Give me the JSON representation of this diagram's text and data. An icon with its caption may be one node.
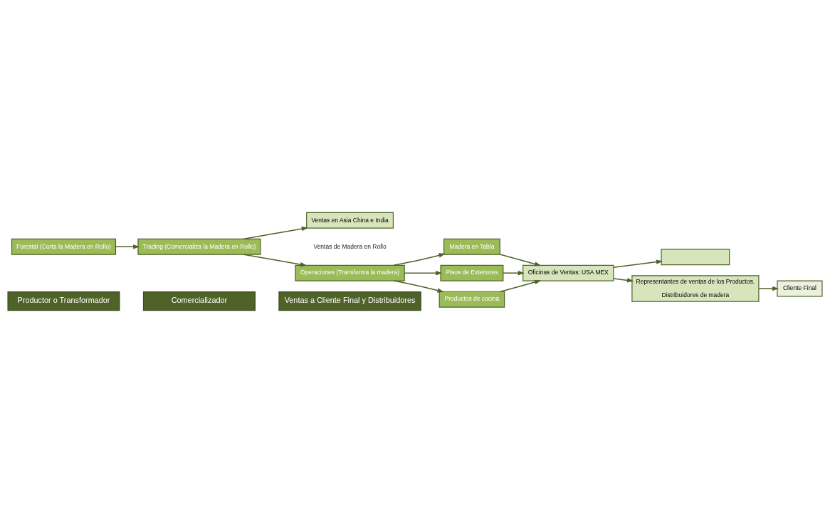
{
  "diagram": {
    "nodes": [
      {
        "text": [
          "Productor o Transformador"
        ]
      },
      {
        "text": [
          "Comercializador"
        ]
      },
      {
        "text": [
          "Ventas a Cliente Final y Distribuidores"
        ]
      },
      {
        "text": [
          "Forestal (Corta la Madera en Rollo)"
        ]
      },
      {
        "text": [
          "Trading (Comercializa la Madera en Rollo)"
        ]
      },
      {
        "text": [
          "Ventas en Asia China e India"
        ]
      },
      {
        "text": [
          "Operaciones (Transforma la madera)"
        ]
      },
      {
        "text": [
          "Madera en Tabla"
        ]
      },
      {
        "text": [
          "Pisos de Exteriores"
        ]
      },
      {
        "text": [
          "Productos de cocina"
        ]
      },
      {
        "text": [
          "Oficinas de Ventas: USA MEX"
        ]
      },
      {
        "text": [],
        "shape": "box"
      },
      {
        "text": [
          "Representantes de ventas de los Productos.",
          "Distribuidores de madera"
        ]
      },
      {
        "text": [
          "Cliente Final"
        ]
      }
    ],
    "edges": [
      {
        "from": 3,
        "to": 4,
        "arrow": "to"
      },
      {
        "from": 4,
        "to": 5,
        "arrow": "to"
      },
      {
        "from": 4,
        "to": 6,
        "arrow": "to"
      },
      {
        "from": 6,
        "to": 7,
        "arrow": "to"
      },
      {
        "from": 6,
        "to": 8,
        "arrow": "to"
      },
      {
        "from": 6,
        "to": 9,
        "arrow": "to"
      },
      {
        "from": 7,
        "to": 10,
        "arrow": "to"
      },
      {
        "from": 8,
        "to": 10,
        "arrow": "to"
      },
      {
        "from": 9,
        "to": 10,
        "arrow": "to"
      },
      {
        "from": 10,
        "to": 11,
        "arrow": "to"
      },
      {
        "from": 10,
        "to": 12,
        "arrow": "to"
      },
      {
        "from": 12,
        "to": 13,
        "arrow": "to"
      }
    ],
    "labels": [
      "Ventas de Madera en Rollo"
    ]
  }
}
